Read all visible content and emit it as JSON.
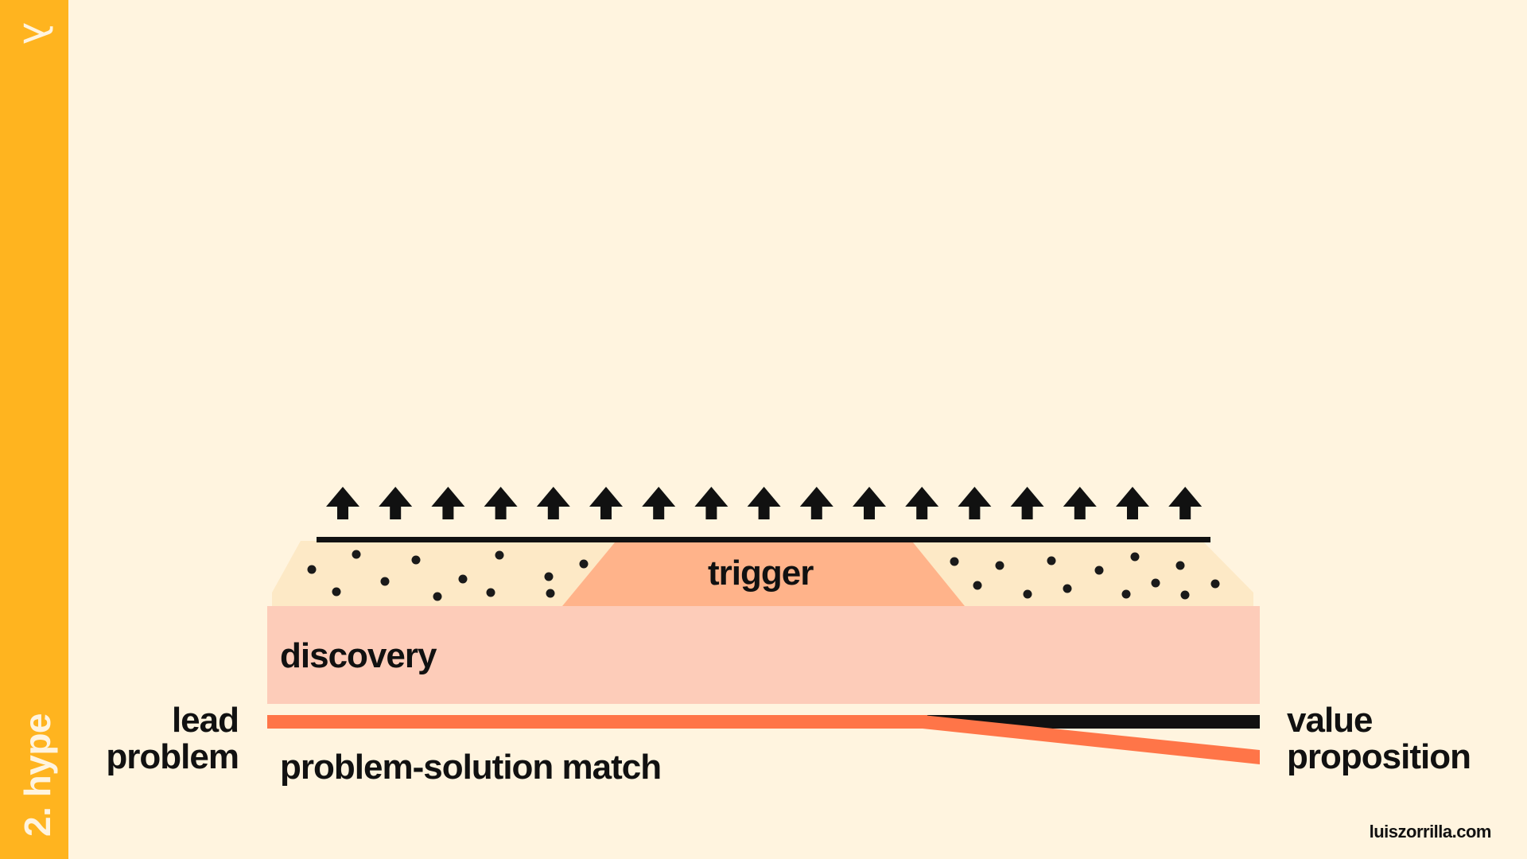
{
  "sidebar": {
    "section_label": "2. hype",
    "logo_glyph": "λ"
  },
  "diagram": {
    "trigger_label": "trigger",
    "discovery_label": "discovery",
    "lead_problem_line1": "lead",
    "lead_problem_line2": "problem",
    "value_prop_line1": "value",
    "value_prop_line2": "proposition",
    "match_label": "problem-solution match",
    "arrow_count": 17
  },
  "footer": {
    "site": "luiszorrilla.com"
  },
  "colors": {
    "background": "#FFF4DF",
    "sidebar": "#FFB41F",
    "discovery": "#FDCCB9",
    "trigger": "#FFB38A",
    "sand": "#FDE9C6",
    "problem_line": "#FF7548",
    "ink": "#111111"
  }
}
